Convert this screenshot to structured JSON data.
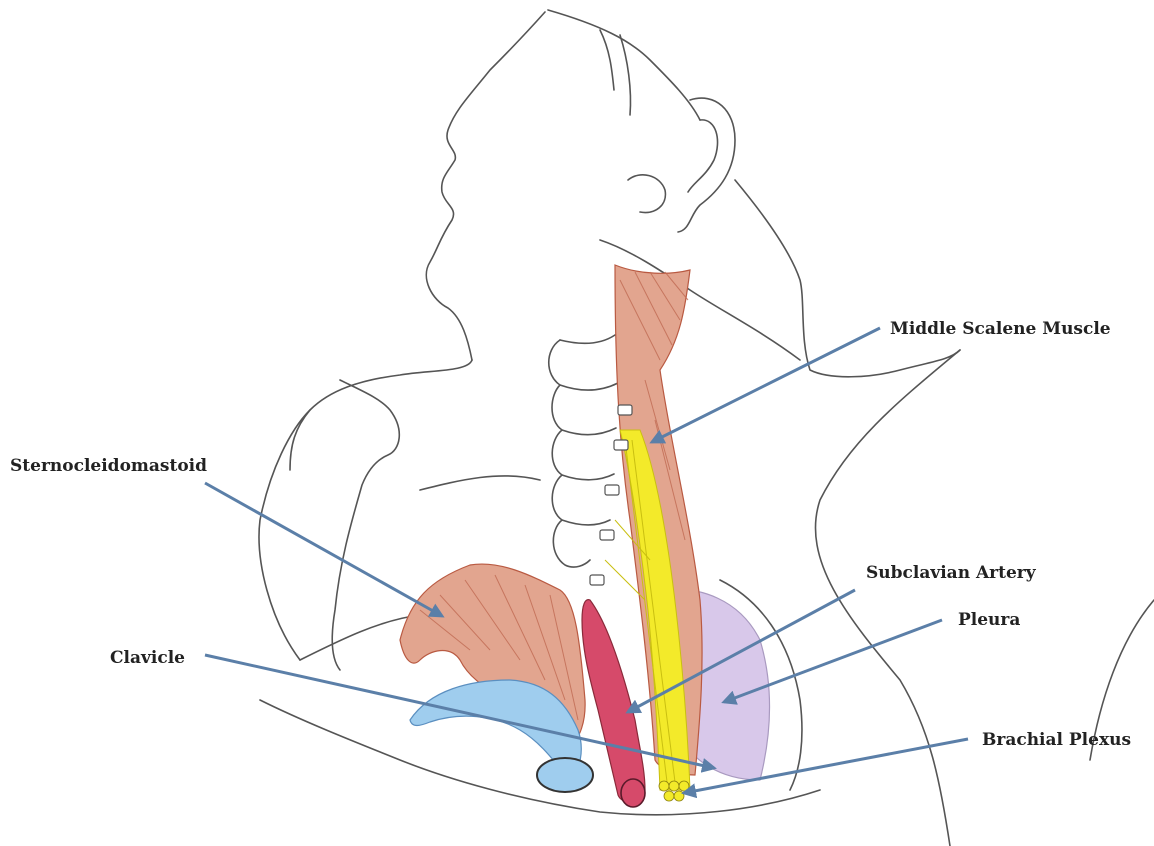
{
  "labels": {
    "middle_scalene": "Middle Scalene Muscle",
    "sternocleidomastoid": "Sternocleidomastoid",
    "subclavian_artery": "Subclavian Artery",
    "pleura": "Pleura",
    "clavicle": "Clavicle",
    "brachial_plexus": "Brachial Plexus"
  },
  "colors": {
    "arrow": "#5b7fa8",
    "muscle": "#d9826a",
    "muscle_line": "#b95a42",
    "nerve": "#f3ea2a",
    "artery": "#d64a6a",
    "pleura": "#d8c8ea",
    "bone": "#7ab8e8",
    "outline": "#555555"
  }
}
